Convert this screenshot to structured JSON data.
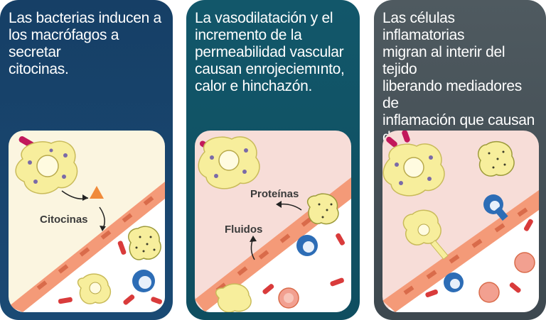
{
  "panels": [
    {
      "caption": "Las  bacterias inducen a\nlos macrófagos a secretar\ncitocinas.",
      "labels": {
        "cytokines": "Citocinas"
      }
    },
    {
      "caption": "La vasodilatación y el\nincremento de la\npermeabilidad vascular\ncausan enrojeciemınto,\ncalor e  hinchazón.",
      "labels": {
        "proteins": "Proteínas",
        "fluids": "Fluidos"
      }
    },
    {
      "caption": "Las células inflamatorias\nmigran al interir del tejido\nliberando mediadores de\ninflamación que causan\ndolor.",
      "labels": {}
    }
  ],
  "colors": {
    "panel1": "#163f66",
    "panel2": "#12576a",
    "panel3": "#4a555c",
    "tissue_cream": "#fbf5e0",
    "tissue_pink": "#f7ddd8",
    "vessel_wall": "#f08e6a",
    "macrophage": "#f7ee9c",
    "bacteria": "#c2185b",
    "red_cell": "#d93b3b"
  }
}
